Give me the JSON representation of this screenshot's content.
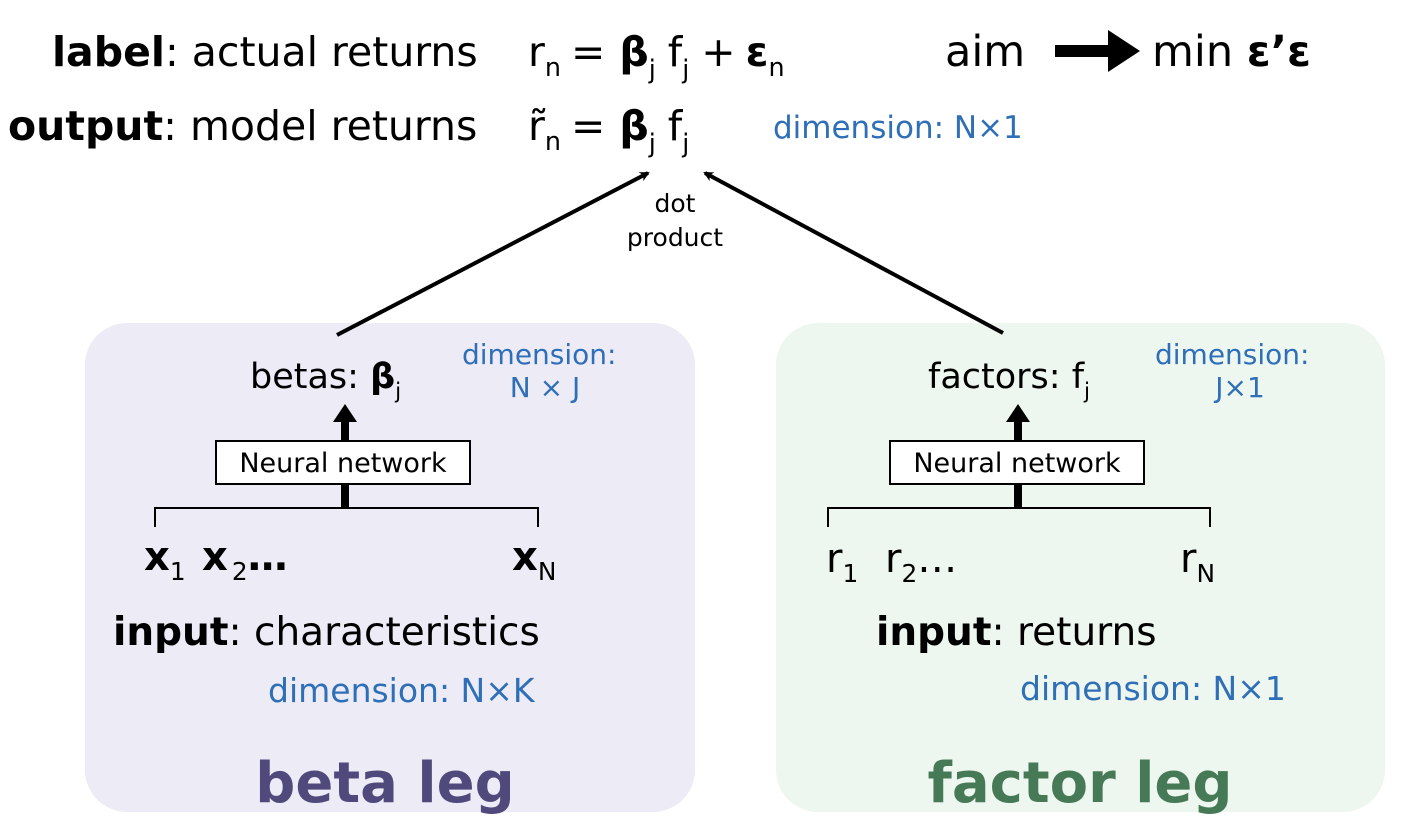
{
  "header": {
    "label_word": "label",
    "label_rest": ": actual returns",
    "label_eq": {
      "r": "r",
      "r_sub": "n",
      "eq": "=",
      "beta": "β",
      "beta_sub": "j",
      "f": "f",
      "f_sub": "j",
      "plus": "+",
      "eps": "ε",
      "eps_sub": "n"
    },
    "aim": "aim",
    "min": "min",
    "min_obj": "ε’ε",
    "output_word": "output",
    "output_rest": ": model returns",
    "output_eq": {
      "r": "r̃",
      "r_sub": "n",
      "eq": "=",
      "beta": "β",
      "beta_sub": "j",
      "f": "f",
      "f_sub": "j"
    },
    "output_dimension": "dimension: N×1"
  },
  "dot_product": [
    "dot",
    "product"
  ],
  "beta_leg": {
    "title": "beta leg",
    "output_label": "betas: ",
    "output_sym": "β",
    "output_sub": "j",
    "output_dimension": [
      "dimension:",
      "N × J"
    ],
    "network": "Neural network",
    "inputs": [
      {
        "sym": "x",
        "sub": "1"
      },
      {
        "sym": "x",
        "sub": "2"
      },
      {
        "sym": "x",
        "sub": "N"
      }
    ],
    "ellipsis": "…",
    "input_word": "input",
    "input_rest": ": characteristics",
    "input_dimension": "dimension: N×K",
    "bg_color": "#ecebf6",
    "title_color": "#4f4a7b"
  },
  "factor_leg": {
    "title": "factor leg",
    "output_label": "factors: ",
    "output_sym": "f",
    "output_sub": "j",
    "output_dimension": [
      "dimension:",
      "J×1"
    ],
    "network": "Neural network",
    "inputs": [
      {
        "sym": "r",
        "sub": "1"
      },
      {
        "sym": "r",
        "sub": "2"
      },
      {
        "sym": "r",
        "sub": "N"
      }
    ],
    "ellipsis": "…",
    "input_word": "input",
    "input_rest": ": returns",
    "input_dimension": "dimension: N×1",
    "bg_color": "#edf6ef",
    "title_color": "#467a56"
  },
  "colors": {
    "dimension_text": "#2f6fb7"
  }
}
